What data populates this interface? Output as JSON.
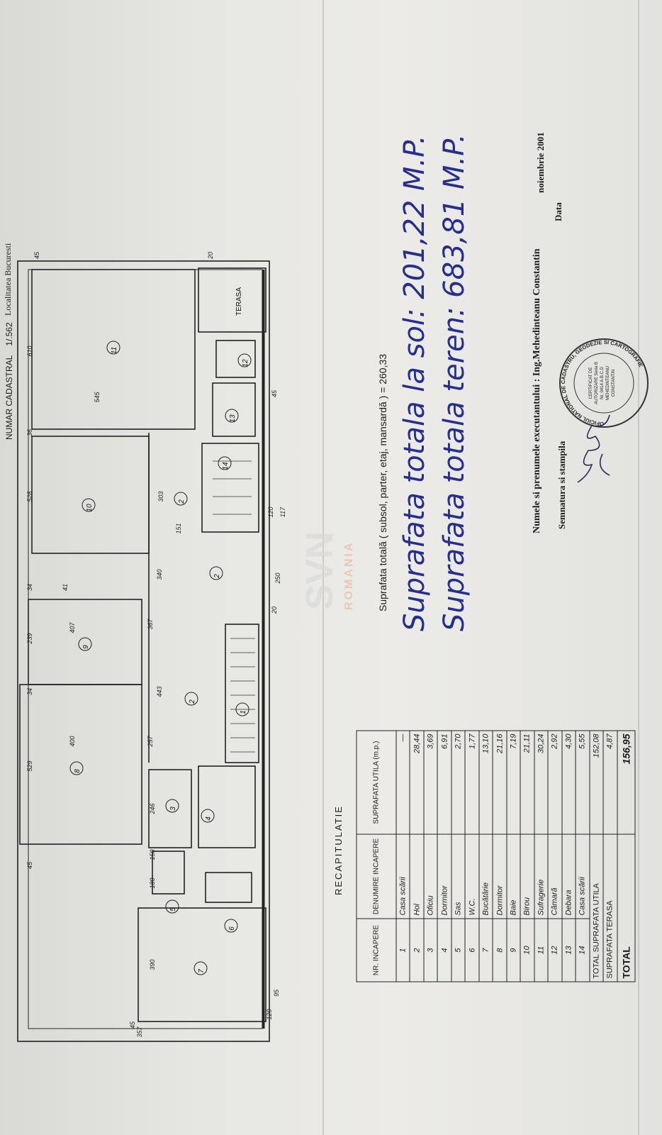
{
  "header": {
    "cadastral_label": "NUMAR CADASTRAL",
    "cadastral_value": "1/.562",
    "locality": "Localitatea Bucuresti"
  },
  "plan": {
    "terrace_label": "TERASA",
    "room_numbers": [
      "1",
      "2",
      "2",
      "2",
      "3",
      "4",
      "5",
      "6",
      "7",
      "8",
      "9",
      "10",
      "11",
      "12",
      "13",
      "14"
    ],
    "dimensions": [
      "45",
      "529",
      "34",
      "239",
      "34",
      "41",
      "528",
      "36",
      "545",
      "610",
      "45",
      "20",
      "367",
      "340",
      "303",
      "151",
      "443",
      "257",
      "400",
      "407",
      "246",
      "150",
      "180",
      "390",
      "357",
      "45",
      "250",
      "120",
      "117",
      "20",
      "45",
      "95",
      "120"
    ]
  },
  "recap": {
    "title": "RECAPITULATIE",
    "headers": [
      "NR. INCAPERE",
      "DENUMIRE INCAPERE",
      "SUPRAFATA UTILA (m.p.)"
    ],
    "rows": [
      {
        "nr": "1",
        "name": "Casa scării",
        "area": "—"
      },
      {
        "nr": "2",
        "name": "Hol",
        "area": "28,44"
      },
      {
        "nr": "3",
        "name": "Oficiu",
        "area": "3,69"
      },
      {
        "nr": "4",
        "name": "Dormitor",
        "area": "6,91"
      },
      {
        "nr": "5",
        "name": "Sas",
        "area": "2,70"
      },
      {
        "nr": "6",
        "name": "W.C.",
        "area": "1,77"
      },
      {
        "nr": "7",
        "name": "Bucătărie",
        "area": "13,10"
      },
      {
        "nr": "8",
        "name": "Dormitor",
        "area": "21,16"
      },
      {
        "nr": "9",
        "name": "Baie",
        "area": "7,19"
      },
      {
        "nr": "10",
        "name": "Birou",
        "area": "21,11"
      },
      {
        "nr": "11",
        "name": "Sufragerie",
        "area": "30,24"
      },
      {
        "nr": "12",
        "name": "Cămară",
        "area": "2,92"
      },
      {
        "nr": "13",
        "name": "Debara",
        "area": "4,30"
      },
      {
        "nr": "14",
        "name": "Casa scării",
        "area": "5,55"
      }
    ],
    "totals": [
      {
        "label": "TOTAL SUPRAFATA UTILA",
        "value": "152,08"
      },
      {
        "label": "SUPRAFATA TERASA",
        "value": "4,87"
      },
      {
        "label": "TOTAL",
        "value": "156,95"
      }
    ]
  },
  "notes": {
    "total_area": "Suprafata totală ( subsol, parter, etaj, mansardă ) = 260,33",
    "handwritten_1": "Suprafata totala la sol: 201,22 M.P.",
    "handwritten_2": "Suprafata totala teren: 683,81 M.P.",
    "executant": "Numele si prenumele executantului : Ing.Mehedinteanu Constantin",
    "date_label": "Data",
    "date_value": "noiembrie 2001",
    "signature_label": "Semnatura si stampila"
  },
  "stamp": {
    "ring_text": "OFICIUL NATIONAL DE CADASTRU, GEODEZIE SI CARTOGRAFIE",
    "inner": "CERTIFICAT DE AUTORIZARE Seria B Nr. 0414 A.B.C.D MEHEDINTEANU CONSTANTIN"
  },
  "watermark": {
    "brand": "SVN",
    "sub": "ROMANIA",
    "color": "#e68c50"
  }
}
